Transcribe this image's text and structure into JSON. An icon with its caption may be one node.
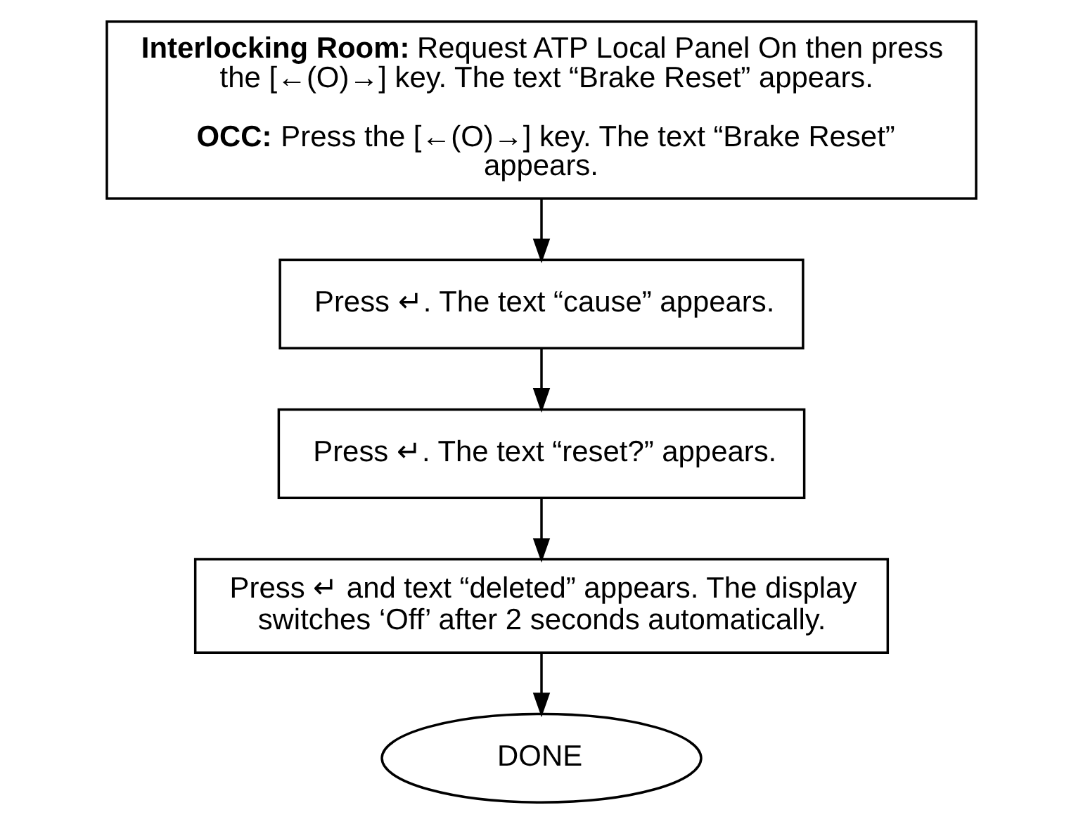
{
  "diagram": {
    "nodes": [
      {
        "text": [
          "**Interlocking Room:** Request ATP Local Panel On then press the [←(O)→] key. The text “Brake Reset” appears.",
          "**OCC:** Press the [←(O)→] key. The text “Brake Reset” appears."
        ]
      },
      {
        "text": [
          "Press ↵. The text “cause” appears."
        ]
      },
      {
        "text": [
          "Press ↵. The text “reset?” appears."
        ]
      },
      {
        "text": [
          "Press ↵ and text “deleted” appears. The display switches ‘Off’ after 2 seconds automatically."
        ]
      },
      {
        "text": [
          "DONE"
        ]
      }
    ],
    "edges": [
      {
        "from": 0,
        "to": 1,
        "arrow": "to"
      },
      {
        "from": 1,
        "to": 2,
        "arrow": "to"
      },
      {
        "from": 2,
        "to": 3,
        "arrow": "to"
      },
      {
        "from": 3,
        "to": 4,
        "arrow": "to"
      }
    ]
  }
}
